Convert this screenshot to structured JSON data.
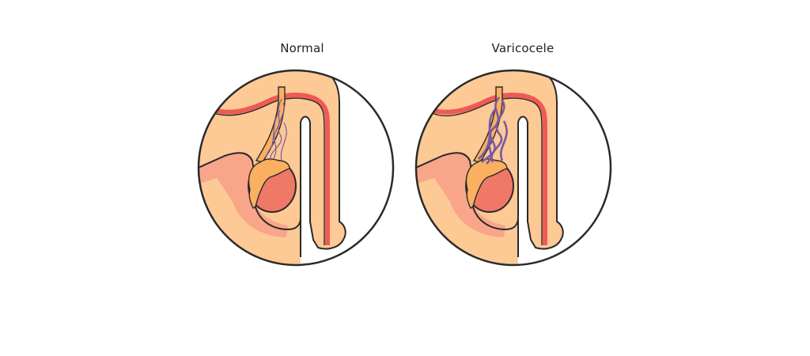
{
  "panels": [
    {
      "id": "normal",
      "title": "Normal",
      "vein_state": "normal"
    },
    {
      "id": "varicocele",
      "title": "Varicocele",
      "vein_state": "dilated"
    }
  ],
  "colors": {
    "skin": "#FDC995",
    "skin_shadow": "#F8A58A",
    "testis": "#F07866",
    "epididymis": "#FBAF61",
    "vas_deferens": "#EF5A55",
    "vein": "#7A5AA0",
    "outline": "#2A2A2A",
    "background": "#FFFFFF"
  }
}
